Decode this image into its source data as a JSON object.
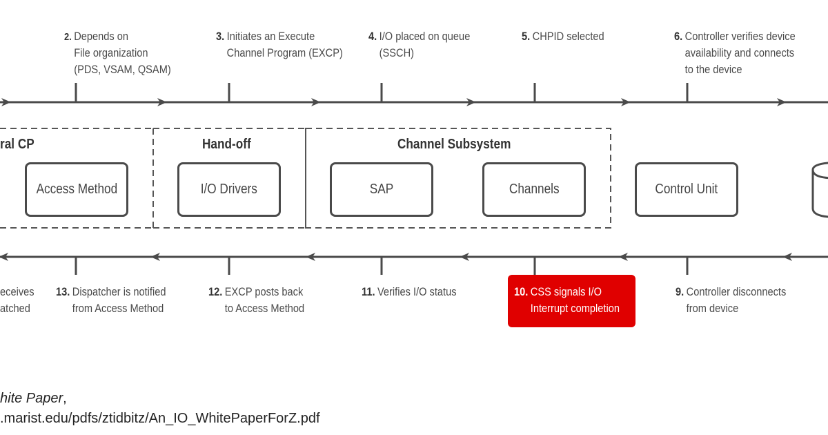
{
  "colors": {
    "line": "#4a4a4a",
    "highlight": "#e00000",
    "text": "#4a4a4a"
  },
  "top_steps": [
    {
      "num": "2.",
      "text": "Depends on\nFile organization\n(PDS, VSAM, QSAM)"
    },
    {
      "num": "3.",
      "text": "Initiates an Execute\nChannel Program (EXCP)"
    },
    {
      "num": "4.",
      "text": "I/O placed on queue\n(SSCH)"
    },
    {
      "num": "5.",
      "text": "CHPID selected"
    },
    {
      "num": "6.",
      "text": "Controller verifies device\navailability and connects\nto the device"
    }
  ],
  "groups": [
    {
      "title": "ral CP"
    },
    {
      "title": "Hand-off"
    },
    {
      "title": "Channel Subsystem"
    }
  ],
  "boxes": [
    {
      "label": "Access Method"
    },
    {
      "label": "I/O Drivers"
    },
    {
      "label": "SAP"
    },
    {
      "label": "Channels"
    },
    {
      "label": "Control Unit"
    }
  ],
  "bottom_steps": [
    {
      "num": "",
      "text": "eceives\natched"
    },
    {
      "num": "13.",
      "text": "Dispatcher is notified\nfrom Access Method"
    },
    {
      "num": "12.",
      "text": "EXCP posts back\nto Access Method"
    },
    {
      "num": "11.",
      "text": "Verifies I/O status"
    },
    {
      "num": "10.",
      "text": "CSS signals I/O\nInterrupt completion",
      "highlighted": true
    },
    {
      "num": "9.",
      "text": "Controller disconnects\nfrom device"
    }
  ],
  "icons": {
    "device": "disk-cylinder-icon"
  },
  "citation": {
    "line1_title": "hite Paper",
    "line1_suffix": ",",
    "line2": ".marist.edu/pdfs/ztidbitz/An_IO_WhitePaperForZ.pdf"
  }
}
